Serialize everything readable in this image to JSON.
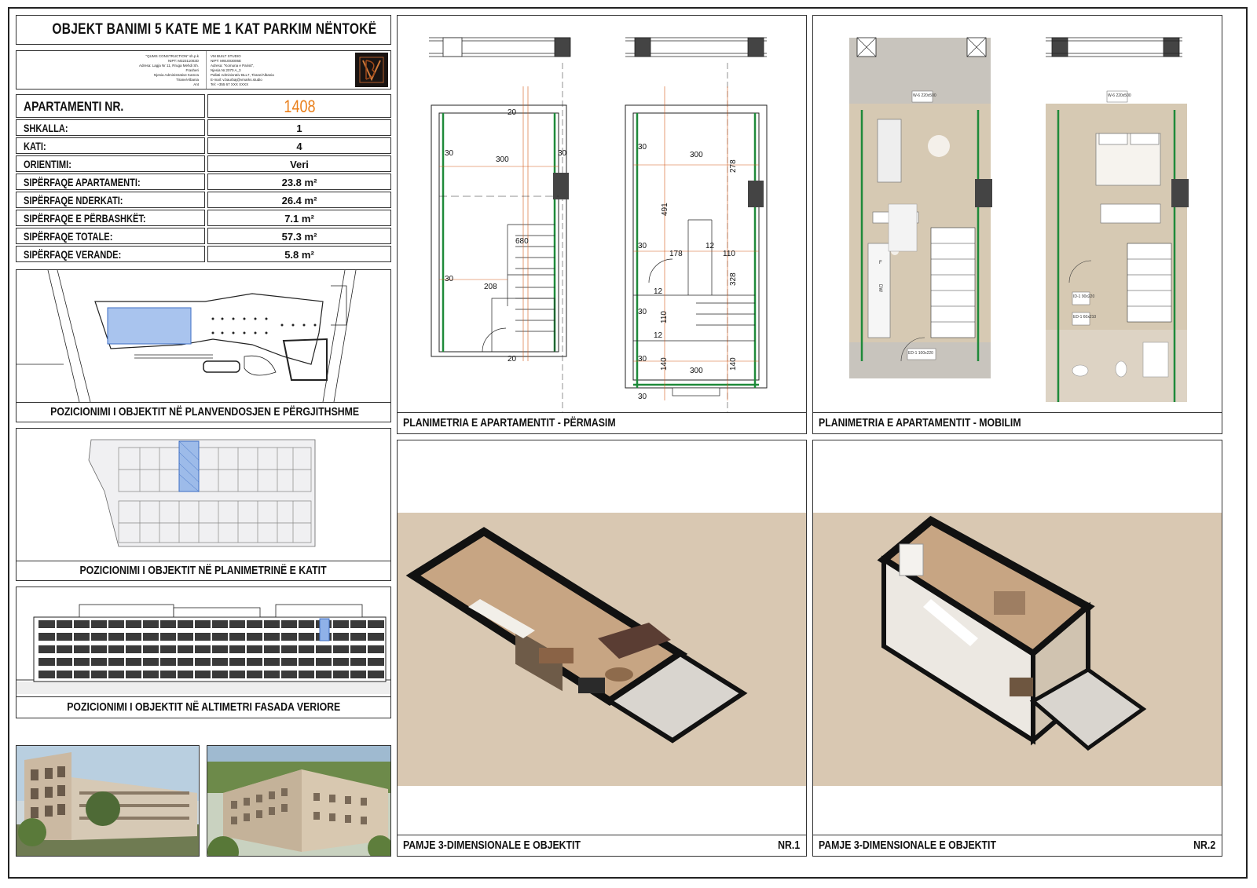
{
  "title": "OBJEKT BANIMI 5 KATE ME 1 KAT PARKIM NËNTOKË",
  "header": {
    "client_lines": [
      "\"QUMS CONSTRUCTION\" sh.p.k",
      "NIPT: M32311002D",
      "Adresa: Lagja Nr 11, Rruga Mehdi Sh. Frasheri",
      "Njesia Administrative Kamza",
      "Tirane/Albania",
      "Ant"
    ],
    "studio_lines": [
      "VM BUILT STUDIO",
      "NIPT: M91003006E",
      "Adresa: \"Komuna e Parisit\",",
      "Njesia Nr.2070 A_3",
      "Pallati Adminisrativ BLL7, Tirane/Albania",
      "E-mail: v.baurbaj@vmarks.studio",
      "Tel: +355 67 XXX XXXX"
    ]
  },
  "apartment": {
    "label": "APARTAMENTI NR.",
    "number": "1408",
    "number_color": "#e97f1b",
    "rows": [
      {
        "label": "SHKALLA:",
        "value": "1"
      },
      {
        "label": "KATI:",
        "value": "4"
      },
      {
        "label": "ORIENTIMI:",
        "value": "Veri"
      },
      {
        "label": "SIPËRFAQE APARTAMENTI:",
        "value": "23.8 m²"
      },
      {
        "label": "SIPËRFAQE NDERKATI:",
        "value": "26.4 m²"
      },
      {
        "label": "SIPËRFAQE E PËRBASHKËT:",
        "value": "7.1 m²"
      },
      {
        "label": "SIPËRFAQE TOTALE:",
        "value": "57.3 m²"
      },
      {
        "label": "SIPËRFAQE VERANDE:",
        "value": "5.8 m²"
      }
    ]
  },
  "panels": {
    "site": "POZICIONIMI I OBJEKTIT NË PLANVENDOSJEN E PËRGJITHSHME",
    "floor": "POZICIONIMI I OBJEKTIT NË PLANIMETRINË E KATIT",
    "facade": "POZICIONIMI I OBJEKTIT NË ALTIMETRI FASADA  VERIORE",
    "plan_dims": "PLANIMETRIA E APARTAMENTIT - PËRMASIM",
    "plan_furn": "PLANIMETRIA E APARTAMENTIT - MOBILIM",
    "view1": "PAMJE 3-DIMENSIONALE E OBJEKTIT",
    "view1_nr": "NR.1",
    "view2": "PAMJE 3-DIMENSIONALE E OBJEKTIT",
    "view2_nr": "NR.2"
  },
  "dimensions": {
    "left_plan": [
      "300",
      "20",
      "30",
      "30",
      "680",
      "208",
      "30",
      "20"
    ],
    "right_plan": [
      "300",
      "278",
      "491",
      "30",
      "178",
      "12",
      "110",
      "30",
      "12",
      "110",
      "328",
      "12",
      "30",
      "140",
      "300",
      "140",
      "30",
      "30"
    ]
  },
  "furniture_labels": {
    "window_left": "W-6 220x500",
    "window_right": "W-6 220x500",
    "door_entry": "ED-1 100x220",
    "door_1": "ID-1 90x220",
    "door_2": "ED-1 60x210",
    "dw": "DW",
    "f": "F"
  },
  "colors": {
    "accent": "#e97f1b",
    "wall_green": "#1f8a3a",
    "hatch_blue": "#5b8fd8",
    "floor_wood": "#cdbfab",
    "render_bg": "#d9c8b2"
  }
}
